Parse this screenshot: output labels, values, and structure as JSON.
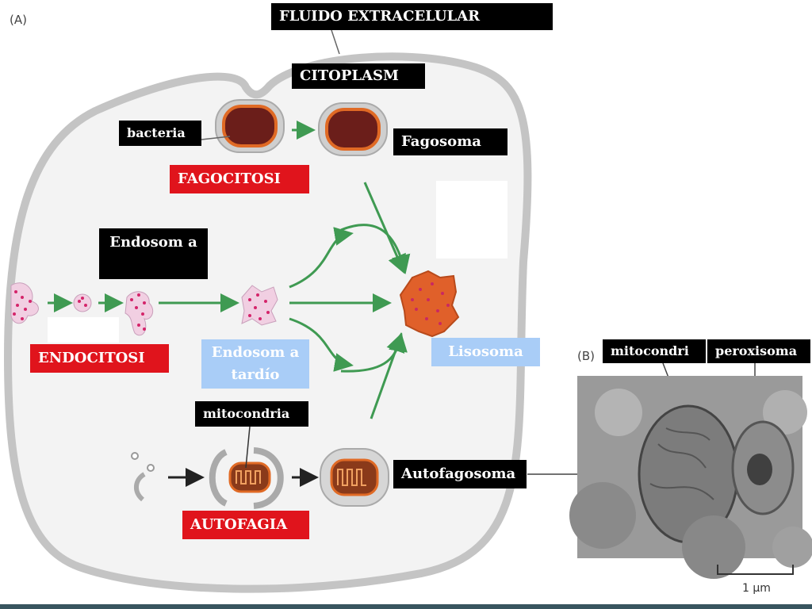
{
  "panels": {
    "a": "(A)",
    "b": "(B)"
  },
  "labels": {
    "extracellular": "FLUIDO EXTRACELULAR",
    "cytoplasm": "CITOPLASM",
    "bacteria": "bacteria",
    "phagosome": "Fagosoma",
    "phagocytosis": "FAGOCITOSI",
    "endosome": "Endosom a",
    "endocytosis": "ENDOCITOSI",
    "late_endosome": "Endosom a tardío",
    "lysosome": "Lisosoma",
    "mitochondria": "mitocondria",
    "autophagosome": "Autofagosoma",
    "autophagy": "AUTOFAGIA",
    "micro_mitochondria": "mitocondri",
    "micro_peroxisome": "peroxisoma"
  },
  "scale_bar": "1 μm",
  "colors": {
    "label_black": "#000000",
    "label_red": "#e0141c",
    "label_blue": "#a9cdf7",
    "arrow_green": "#3f9a52",
    "membrane": "#bcbcbc",
    "bacteria_fill": "#6b1e1a",
    "lysosome_fill": "#e0602a"
  }
}
